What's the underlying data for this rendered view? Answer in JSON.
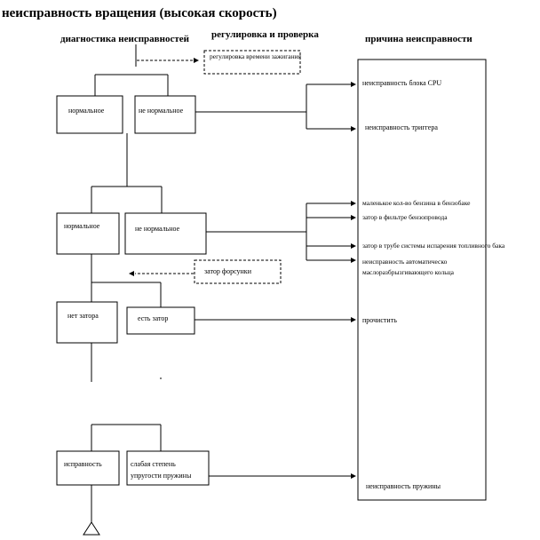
{
  "title": "неисправность вращения (высокая скорость)",
  "headers": {
    "diagnostics": "диагностика неисправностей",
    "adjustment": "регулировка и проверка",
    "cause": "причина неисправности"
  },
  "checks": {
    "ignition_timing": "регулировка времени зажигания",
    "injector_clog": "затор форсунки"
  },
  "boxes": {
    "normal_1": "нормальное",
    "abnormal_1": "не нормальное",
    "normal_2": "нормальное",
    "abnormal_2": "не нормальное",
    "no_clog": "нет затора",
    "has_clog": "есть затор",
    "ok": "исправность",
    "weak_spring_line1": "слабая степень",
    "weak_spring_line2": "упругости пружины"
  },
  "causes": {
    "cpu": "неисправность блока CPU",
    "trigger": "неисправность триггера",
    "low_fuel": "маленькое кол-во бензина в бензобаке",
    "fuel_filter": "затор в фильтре бензопровода",
    "vapor_pipe": "затор в трубе системы испарения топливного бака",
    "auto_choke_line1": "неисправность автоматическо",
    "auto_choke_line2": "маслоразбрызгивающего кольца",
    "clean": "прочистить",
    "spring": "неисправность пружины"
  }
}
